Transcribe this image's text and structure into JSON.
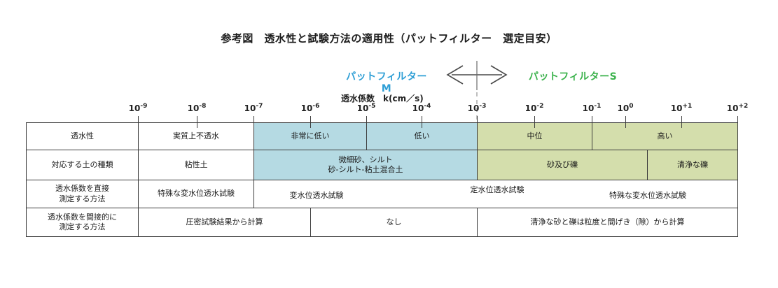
{
  "title": "参考図　透水性と試験方法の適用性（パットフィルター　選定目安）",
  "legend": {
    "filter_m": "パットフィルターM",
    "filter_s": "パットフィルターS"
  },
  "axis": {
    "label": "透水係数　k(cm／s)",
    "base": "10",
    "ticks": [
      "-9",
      "-8",
      "-7",
      "-6",
      "-5",
      "-4",
      "-3",
      "-2",
      "-1",
      "0",
      "+1",
      "+2"
    ]
  },
  "rows": {
    "permeability": {
      "header": "透水性",
      "cells": {
        "impervious": "実質上不透水",
        "very_low": "非常に低い",
        "low": "低い",
        "medium": "中位",
        "high": "高い"
      }
    },
    "soil": {
      "header": "対応する土の種類",
      "cells": {
        "clay": "粘性土",
        "silt_line1": "微細砂、シルト",
        "silt_line2": "砂-シルト-粘土混合土",
        "sand_gravel": "砂及び礫",
        "clean_gravel": "清浄な礫"
      }
    },
    "direct": {
      "header_line1": "透水係数を直接",
      "header_line2": "測定する方法",
      "cells": {
        "special_falling_head_left": "特殊な変水位透水試験",
        "falling_head": "変水位透水試験",
        "constant_head": "定水位透水試験",
        "special_falling_head_right": "特殊な変水位透水試験"
      }
    },
    "indirect": {
      "header_line1": "透水係数を間接的に",
      "header_line2": "測定する方法",
      "cells": {
        "consolidation": "圧密試験結果から計算",
        "none": "なし",
        "grain_size": "清浄な砂と礫は粒度と間げき（隙）から計算"
      }
    }
  },
  "colors": {
    "filter_m_text": "#2f9fd6",
    "filter_s_text": "#3bb24c",
    "cell_blue_bg": "#b5dae3",
    "cell_green_bg": "#d4deac",
    "line": "#3c3c3c"
  }
}
